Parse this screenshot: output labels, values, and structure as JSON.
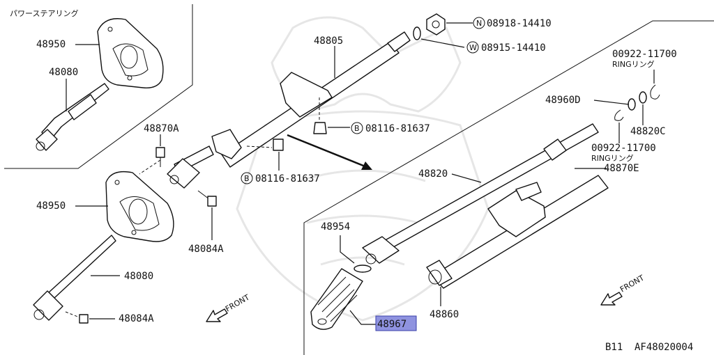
{
  "labels": {
    "power_steering": "パワーステアリング",
    "p48950_top": "48950",
    "p48080_top": "48080",
    "p48870A": "48870A",
    "p48950_mid": "48950",
    "p48084A_mid": "48084A",
    "p48080_bot": "48080",
    "p48084A_bot": "48084A",
    "front_left": "FRONT",
    "p48805": "48805",
    "nut": "08918-14410",
    "nut_mark": "N",
    "washer": "08915-14410",
    "washer_mark": "W",
    "bolt_a": "08116-81637",
    "bolt_a_mark": "B",
    "bolt_b": "08116-81637",
    "bolt_b_mark": "B",
    "ring_top_num": "00922-11700",
    "ring_top_txt": "RINGリング",
    "p48960D": "48960D",
    "p48820C": "48820C",
    "ring_mid_num": "00922-11700",
    "ring_mid_txt": "RINGリング",
    "p48820": "48820",
    "p48870E": "48870E",
    "p48954": "48954",
    "p48967": "48967",
    "p48860": "48860",
    "front_right": "FRONT",
    "footer_left": "B11",
    "footer_right": "AF48020004"
  },
  "colors": {
    "highlight": "#8f93e0"
  }
}
